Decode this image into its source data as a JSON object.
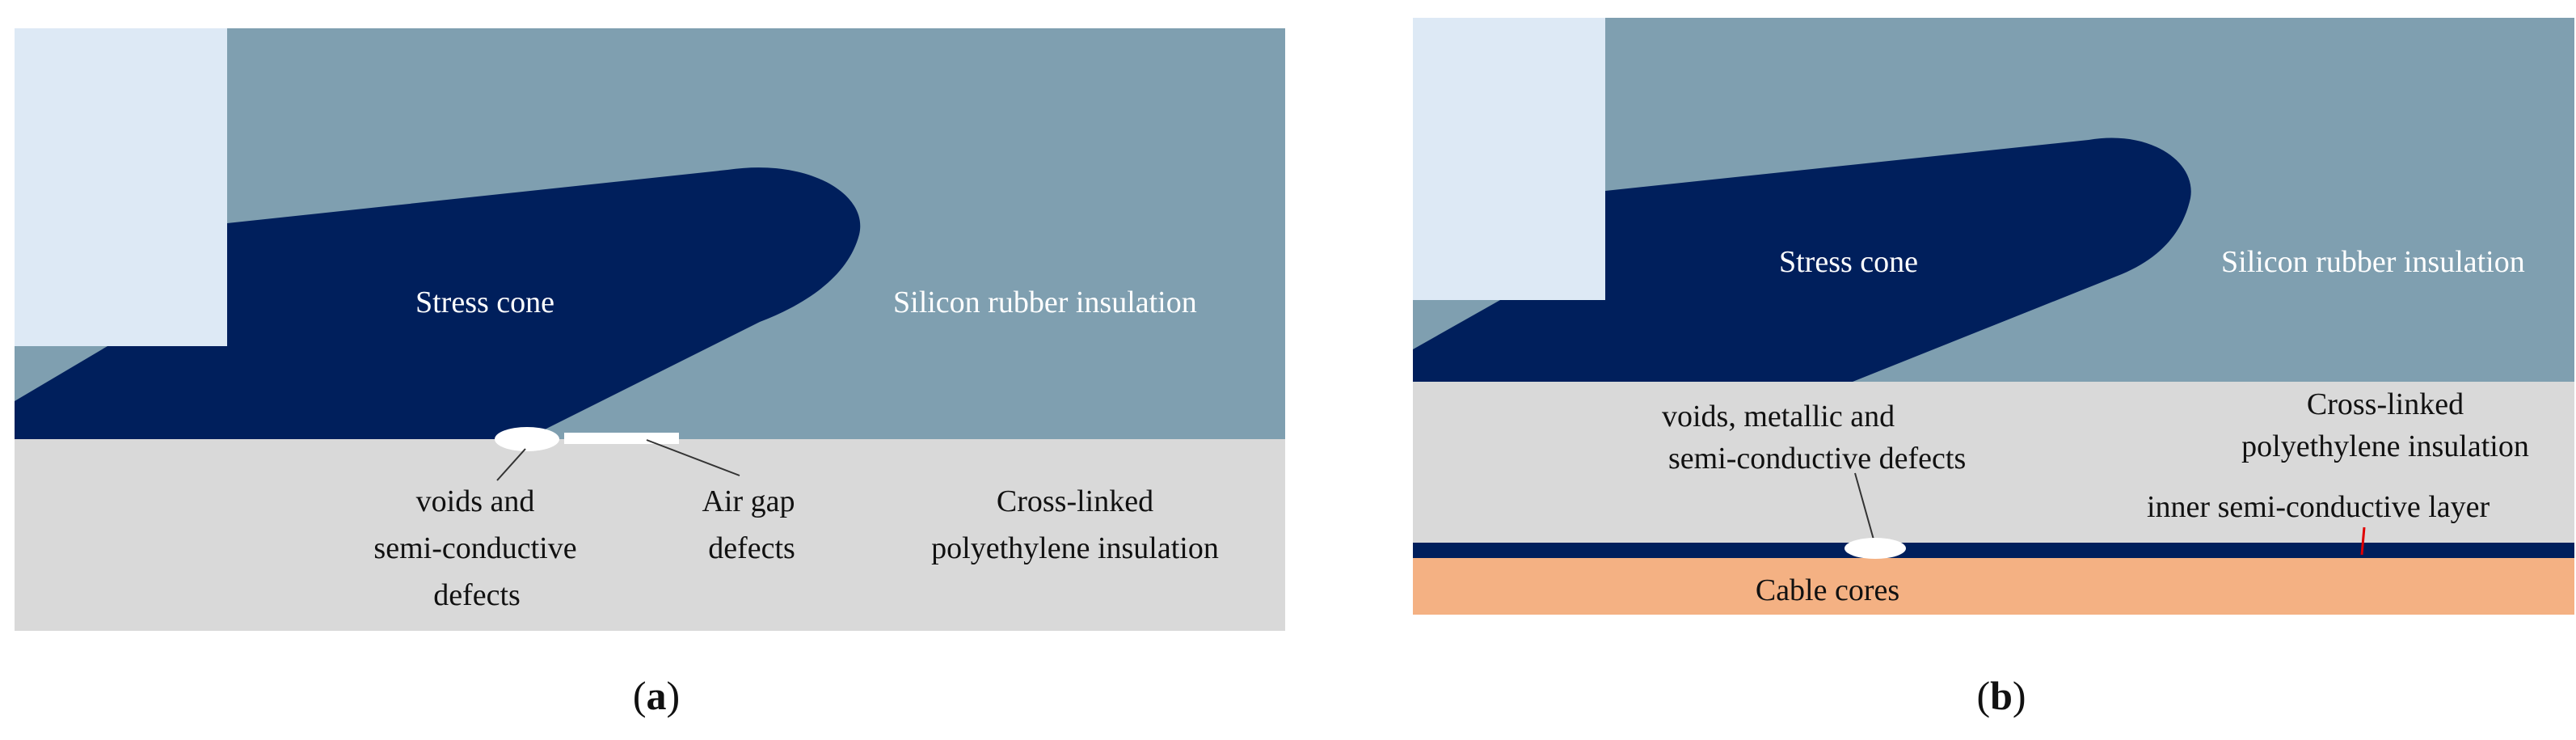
{
  "colors": {
    "inner_conductor": "#dde9f5",
    "silicon_rubber": "#7f9fb0",
    "stress_cone": "#001f5c",
    "xlpe": "#d9d9d9",
    "cable_core": "#f4b183",
    "defect": "#ffffff",
    "pointer_red": "#e00000"
  },
  "panel_a": {
    "caption_open": "(",
    "caption_letter": "a",
    "caption_close": ")",
    "stress_cone": "Stress cone",
    "silicon_rubber": "Silicon rubber insulation",
    "voids_line1": "voids and",
    "voids_line2": "semi-conductive",
    "voids_line3": "defects",
    "airgap_line1": "Air gap",
    "airgap_line2": "defects",
    "xlpe_line1": "Cross-linked",
    "xlpe_line2": "polyethylene insulation"
  },
  "panel_b": {
    "caption_open": "(",
    "caption_letter": "b",
    "caption_close": ")",
    "stress_cone": "Stress cone",
    "silicon_rubber": "Silicon rubber insulation",
    "defects_line1": "voids, metallic and",
    "defects_line2": "semi-conductive defects",
    "xlpe_line1": "Cross-linked",
    "xlpe_line2": "polyethylene insulation",
    "inner_layer": "inner semi-conductive layer",
    "cable_cores": "Cable cores"
  }
}
